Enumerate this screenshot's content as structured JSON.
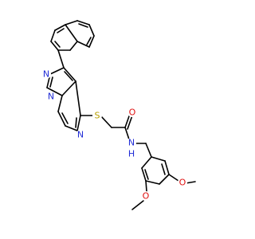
{
  "colors": {
    "background": "#ffffff",
    "bond": "#000000",
    "nitrogen": "#1f2bd6",
    "oxygen": "#e01010",
    "sulfur": "#b8a000"
  },
  "atoms": [
    {
      "id": "N_pz2",
      "label": "N",
      "element": "nitrogen"
    },
    {
      "id": "N_pz1",
      "label": "N",
      "element": "nitrogen"
    },
    {
      "id": "N_pzn",
      "label": "N",
      "element": "nitrogen"
    },
    {
      "id": "S",
      "label": "S",
      "element": "sulfur"
    },
    {
      "id": "O_carbonyl",
      "label": "O",
      "element": "oxygen"
    },
    {
      "id": "N_amide",
      "label": "N",
      "element": "nitrogen"
    },
    {
      "id": "H_amide",
      "label": "H",
      "element": "nitrogen"
    },
    {
      "id": "O_meo1",
      "label": "O",
      "element": "oxygen"
    },
    {
      "id": "O_meo2",
      "label": "O",
      "element": "oxygen"
    }
  ]
}
